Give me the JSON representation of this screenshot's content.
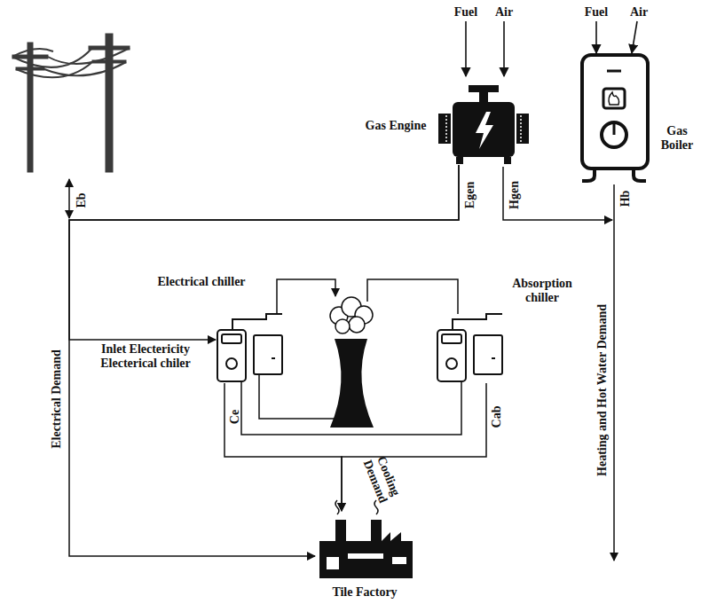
{
  "diagram": {
    "nodes": [
      {
        "text": [
          "Gas Engine"
        ]
      },
      {
        "text": [
          "Gas Boiler"
        ]
      },
      {
        "text": [
          "Electrical chiller"
        ]
      },
      {
        "text": [
          "Absorption chiller"
        ]
      },
      {
        "text": [
          "Tile Factory"
        ]
      }
    ],
    "edges": [
      {
        "from": 0,
        "to": 4,
        "arrow": "to"
      },
      {
        "from": 0,
        "to": 2,
        "arrow": "to"
      },
      {
        "from": 2,
        "to": 4,
        "arrow": "to"
      },
      {
        "from": 3,
        "to": 4,
        "arrow": "to"
      }
    ],
    "labels": [
      "Fuel",
      "Air",
      "Fuel",
      "Air",
      "Eb",
      "Egen",
      "Hgen",
      "Hb",
      "Electrical Demand",
      "Inlet Electericity Electerical chiler",
      "Ce",
      "Cab",
      "Cooling Demand",
      "Heating and Hot Water Demand"
    ]
  }
}
